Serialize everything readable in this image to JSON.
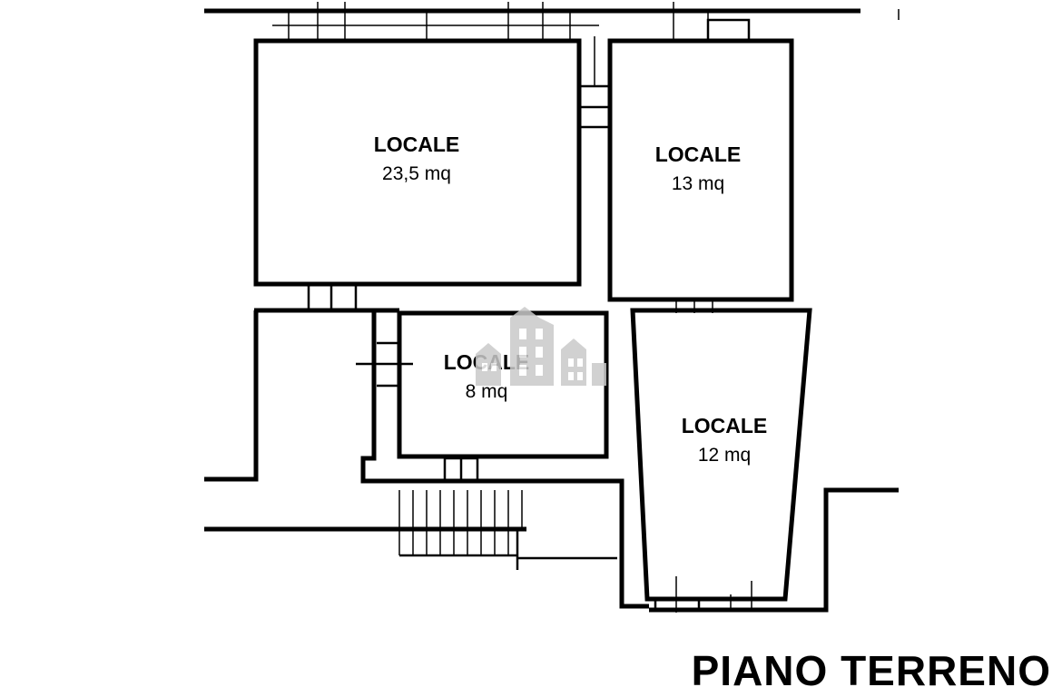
{
  "rooms": [
    {
      "name": "LOCALE",
      "area": "23,5 mq"
    },
    {
      "name": "LOCALE",
      "area": "13 mq"
    },
    {
      "name": "LOCALE",
      "area": "8 mq"
    },
    {
      "name": "LOCALE",
      "area": "12 mq"
    }
  ],
  "floor_title": "PIANO TERRENO",
  "watermark_icon": "house-logo-icon",
  "colors": {
    "lines": "#000000",
    "background": "#ffffff",
    "watermark": "#c9c9c9"
  }
}
